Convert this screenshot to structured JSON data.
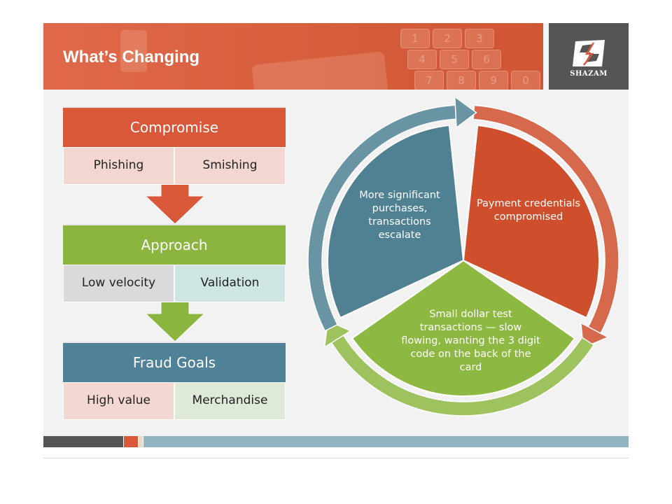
{
  "header": {
    "title": "What’s Changing"
  },
  "logo": {
    "text": "SHAZAM"
  },
  "banner_keys": [
    "1",
    "2",
    "3",
    "4",
    "5",
    "6",
    "7",
    "8",
    "9",
    "0"
  ],
  "hierarchy": [
    {
      "label": "Compromise",
      "items": [
        "Phishing",
        "Smishing"
      ]
    },
    {
      "label": "Approach",
      "items": [
        "Low velocity",
        "Validation"
      ]
    },
    {
      "label": "Fraud Goals",
      "items": [
        "High value",
        "Merchandise"
      ]
    }
  ],
  "cycle": {
    "segments": [
      {
        "text": "Payment credentials compromised",
        "color": "#cf4f2c"
      },
      {
        "text": "Small dollar test transactions — slow flowing, wanting the 3 digit code on the back of the card",
        "color": "#8db842"
      },
      {
        "text": "More significant purchases, transactions escalate",
        "color": "#4f8193"
      }
    ]
  },
  "colors": {
    "accent_orange": "#d9583a",
    "green": "#8cb53f",
    "teal": "#4f8296",
    "dark_gray": "#555555"
  }
}
